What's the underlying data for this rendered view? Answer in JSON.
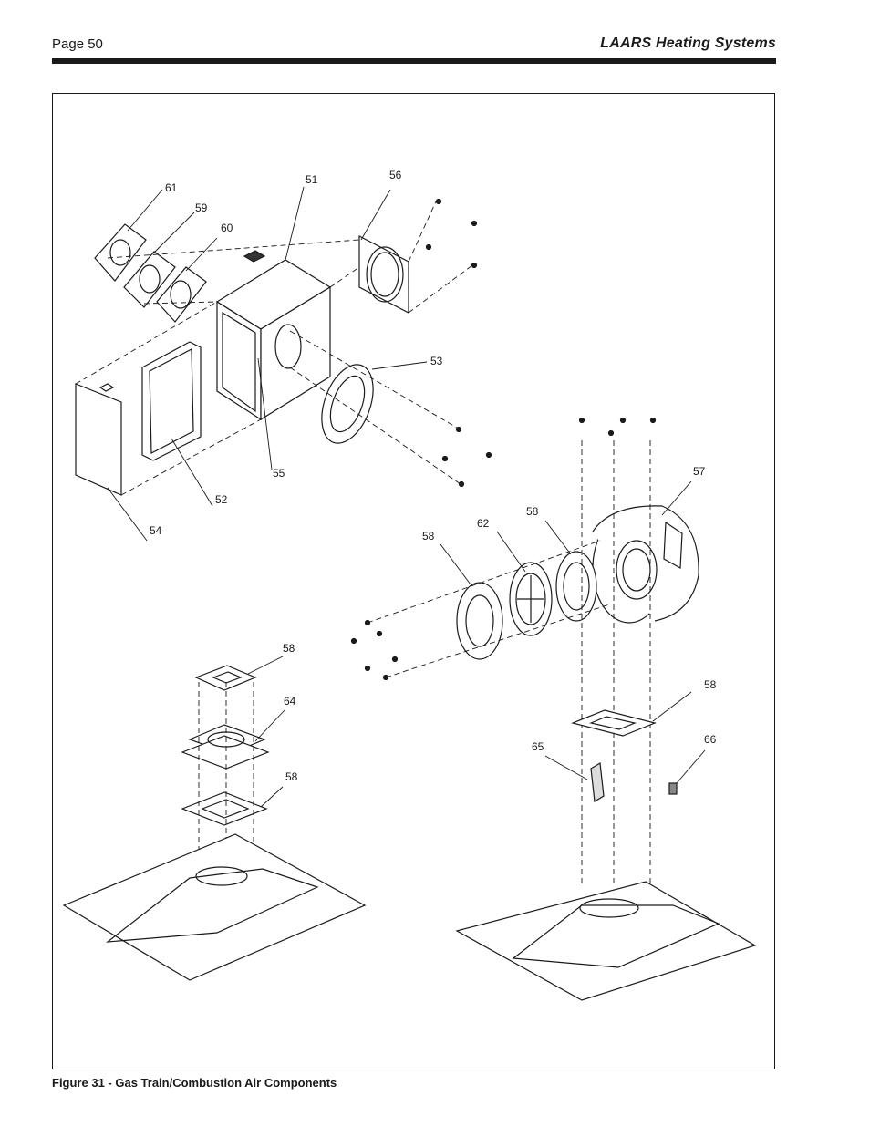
{
  "header": {
    "page_label": "Page 50",
    "brand": "LAARS Heating Systems"
  },
  "figure": {
    "caption": "Figure 31 - Gas Train/Combustion Air Components",
    "callouts": [
      "61",
      "59",
      "60",
      "51",
      "56",
      "53",
      "55",
      "52",
      "54",
      "57",
      "58",
      "62",
      "58",
      "58",
      "64",
      "58",
      "58",
      "65",
      "66"
    ]
  }
}
